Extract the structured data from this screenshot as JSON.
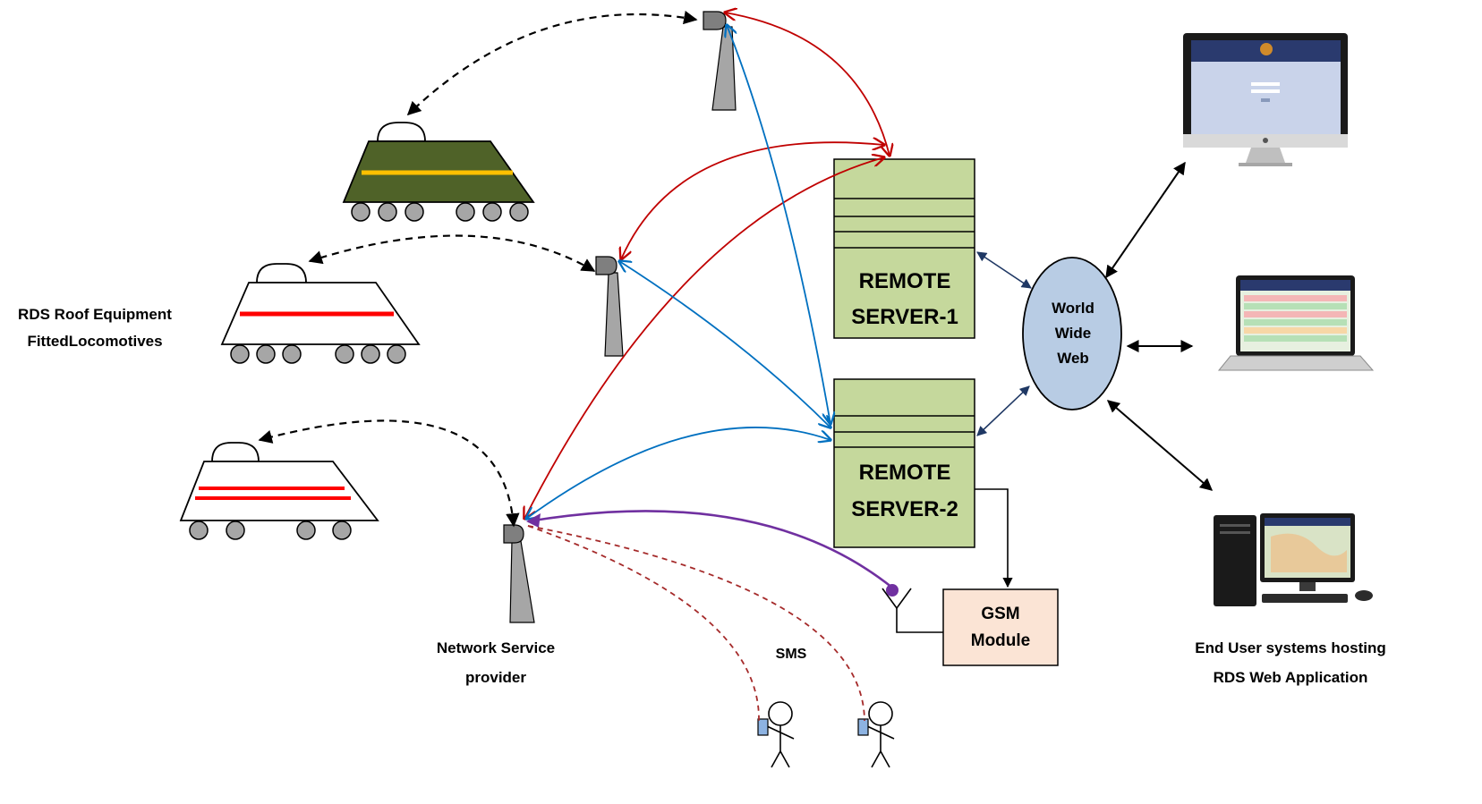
{
  "labels": {
    "locomotives_line1": "RDS Roof Equipment",
    "locomotives_line2": "FittedLocomotives",
    "network_line1": "Network Service",
    "network_line2": "provider",
    "sms": "SMS",
    "end_user_line1": "End User systems hosting",
    "end_user_line2": "RDS Web Application"
  },
  "servers": [
    {
      "line1": "REMOTE",
      "line2": "SERVER-1"
    },
    {
      "line1": "REMOTE",
      "line2": "SERVER-2"
    }
  ],
  "internet": {
    "line1": "World",
    "line2": "Wide",
    "line3": "Web"
  },
  "gsm_module": {
    "line1": "GSM",
    "line2": "Module"
  },
  "colors": {
    "server_fill": "#c5d89c",
    "gsm_fill": "#fbe4d5",
    "web_fill": "#b8cce4",
    "loco_green": "#4f6228",
    "stripe_orange": "#ffc000",
    "stripe_red": "#ff0000",
    "link_red": "#c00000",
    "link_blue": "#0070c0",
    "link_purple": "#7030a0",
    "link_navy": "#1f3864",
    "sms_dashed": "#a52a2a"
  }
}
